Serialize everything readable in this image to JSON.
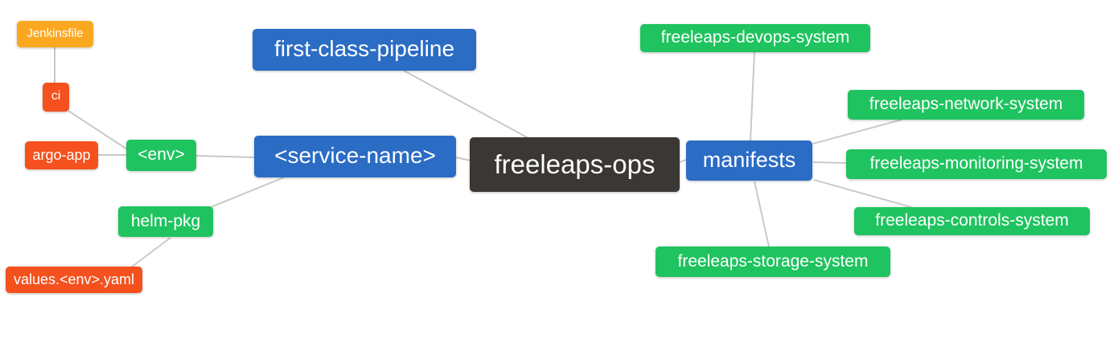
{
  "diagram": {
    "type": "mindmap",
    "root": "freeleaps-ops",
    "palette": {
      "root_bg": "#3a3734",
      "branch_bg": "#2b6cc4",
      "leaf_green_bg": "#1fc35f",
      "leaf_orange_bg": "#fba821",
      "leaf_red_bg": "#f4511e",
      "edge": "#c9c9c9",
      "text": "#ffffff"
    },
    "nodes": [
      {
        "id": "jenkinsfile",
        "label": "Jenkinsfile",
        "color": "leaf_orange_bg"
      },
      {
        "id": "ci",
        "label": "ci",
        "color": "leaf_red_bg"
      },
      {
        "id": "argo-app",
        "label": "argo-app",
        "color": "leaf_red_bg"
      },
      {
        "id": "env",
        "label": "<env>",
        "color": "leaf_green_bg"
      },
      {
        "id": "helm-pkg",
        "label": "helm-pkg",
        "color": "leaf_green_bg"
      },
      {
        "id": "values-env-yaml",
        "label": "values.<env>.yaml",
        "color": "leaf_red_bg"
      },
      {
        "id": "first-class-pipeline",
        "label": "first-class-pipeline",
        "color": "branch_bg"
      },
      {
        "id": "service-name",
        "label": "<service-name>",
        "color": "branch_bg"
      },
      {
        "id": "freeleaps-ops",
        "label": "freeleaps-ops",
        "color": "root_bg"
      },
      {
        "id": "manifests",
        "label": "manifests",
        "color": "branch_bg"
      },
      {
        "id": "devops-system",
        "label": "freeleaps-devops-system",
        "color": "leaf_green_bg"
      },
      {
        "id": "network-system",
        "label": "freeleaps-network-system",
        "color": "leaf_green_bg"
      },
      {
        "id": "monitoring-system",
        "label": "freeleaps-monitoring-system",
        "color": "leaf_green_bg"
      },
      {
        "id": "controls-system",
        "label": "freeleaps-controls-system",
        "color": "leaf_green_bg"
      },
      {
        "id": "storage-system",
        "label": "freeleaps-storage-system",
        "color": "leaf_green_bg"
      }
    ],
    "edges": [
      {
        "from": "jenkinsfile",
        "to": "ci"
      },
      {
        "from": "ci",
        "to": "env"
      },
      {
        "from": "argo-app",
        "to": "env"
      },
      {
        "from": "env",
        "to": "service-name"
      },
      {
        "from": "helm-pkg",
        "to": "service-name"
      },
      {
        "from": "values-env-yaml",
        "to": "helm-pkg"
      },
      {
        "from": "first-class-pipeline",
        "to": "freeleaps-ops"
      },
      {
        "from": "service-name",
        "to": "freeleaps-ops"
      },
      {
        "from": "freeleaps-ops",
        "to": "manifests"
      },
      {
        "from": "manifests",
        "to": "devops-system"
      },
      {
        "from": "manifests",
        "to": "network-system"
      },
      {
        "from": "manifests",
        "to": "monitoring-system"
      },
      {
        "from": "manifests",
        "to": "controls-system"
      },
      {
        "from": "manifests",
        "to": "storage-system"
      }
    ]
  }
}
